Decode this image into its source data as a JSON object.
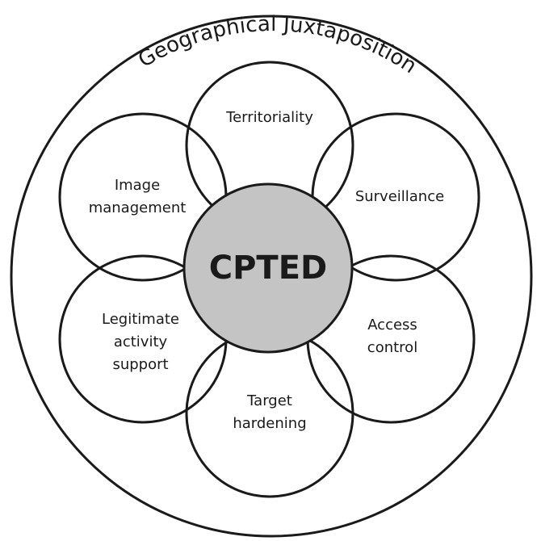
{
  "outer_title": "Geographical Juxtaposition",
  "center": {
    "label": "CPTED",
    "fill": "#c4c4c4"
  },
  "petals": [
    {
      "id": "territoriality",
      "lines": [
        "Territoriality"
      ]
    },
    {
      "id": "surveillance",
      "lines": [
        "Surveillance"
      ]
    },
    {
      "id": "access-control",
      "lines": [
        "Access",
        "control"
      ]
    },
    {
      "id": "target-hardening",
      "lines": [
        "Target",
        "hardening"
      ]
    },
    {
      "id": "legitimate-activity-support",
      "lines": [
        "Legitimate",
        "activity",
        "support"
      ]
    },
    {
      "id": "image-management",
      "lines": [
        "Image",
        "management"
      ]
    }
  ],
  "colors": {
    "stroke": "#1a1a1a",
    "text": "#1a1a1a",
    "background": "#ffffff"
  }
}
